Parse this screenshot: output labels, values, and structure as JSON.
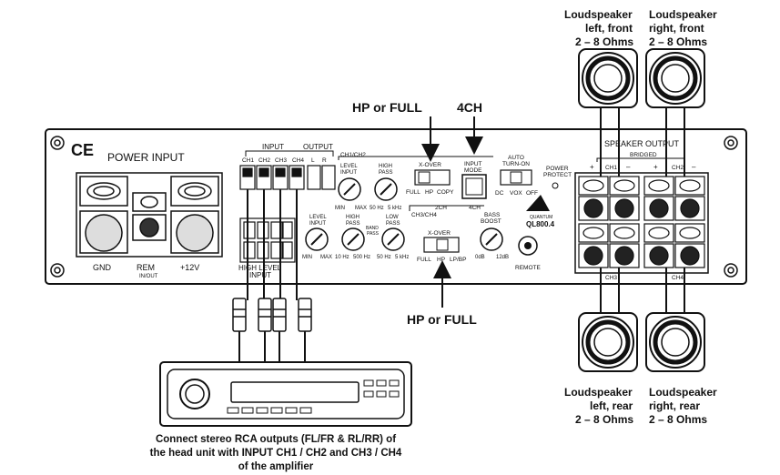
{
  "callouts": {
    "top_hp_full": "HP or FULL",
    "top_4ch": "4CH",
    "bottom_hp_full": "HP or FULL"
  },
  "speakers": {
    "left_front": {
      "l1": "Loudspeaker",
      "l2": "left, front",
      "l3": "2 – 8 Ohms"
    },
    "right_front": {
      "l1": "Loudspeaker",
      "l2": "right, front",
      "l3": "2 – 8 Ohms"
    },
    "left_rear": {
      "l1": "Loudspeaker",
      "l2": "left, rear",
      "l3": "2 – 8 Ohms"
    },
    "right_rear": {
      "l1": "Loudspeaker",
      "l2": "right, rear",
      "l3": "2 – 8 Ohms"
    }
  },
  "amp": {
    "ce": "CE",
    "power_input": "POWER INPUT",
    "gnd": "GND",
    "rem": "REM",
    "rem_sub": "IN/OUT",
    "plus12": "+12V",
    "input": "INPUT",
    "output": "OUTPUT",
    "ch1": "CH1",
    "ch2": "CH2",
    "ch3": "CH3",
    "ch4": "CH4",
    "l": "L",
    "r": "R",
    "high_level": "HIGH LEVEL",
    "high_level_input": "INPUT",
    "ch1ch2": "CH1/CH2",
    "level": "LEVEL",
    "input_word": "INPUT",
    "high": "HIGH",
    "pass": "PASS",
    "min": "MIN",
    "max": "MAX",
    "hz50": "50 Hz",
    "khz5": "5 kHz",
    "xover": "X-OVER",
    "full": "FULL",
    "hp": "HP",
    "copy": "COPY",
    "input_mode1": "INPUT",
    "input_mode2": "MODE",
    "ch2_label": "2CH",
    "ch4_label": "4CH",
    "ch3ch4": "CH3/CH4",
    "low": "LOW",
    "band": "BAND",
    "band_pass": "PASS",
    "hz10": "10 Hz",
    "hz500": "500 Hz",
    "lpbp": "LP/BP",
    "bass": "BASS",
    "boost": "BOOST",
    "db0": "0dB",
    "db12": "12dB",
    "auto": "AUTO",
    "turn_on": "TURN-ON",
    "dc": "DC",
    "vox": "VOX",
    "off": "OFF",
    "power_protect1": "POWER",
    "power_protect2": "PROTECT",
    "brand1": "QUANTUM",
    "brand2": "QL800.4",
    "remote": "REMOTE",
    "speaker_output": "SPEAKER OUTPUT",
    "bridged": "BRIDGED",
    "out_ch1": "CH1",
    "out_ch2": "CH2",
    "out_ch3": "CH3",
    "out_ch4": "CH4",
    "plus": "+",
    "minus": "–"
  },
  "caption": {
    "l1": "Connect stereo RCA outputs (FL/FR & RL/RR) of",
    "l2": "the head unit with INPUT CH1 / CH2 and CH3 / CH4",
    "l3": "of the amplifier"
  }
}
